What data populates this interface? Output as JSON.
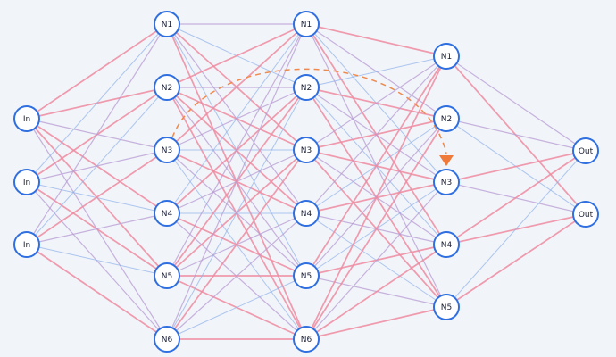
{
  "diagram": {
    "layers": [
      {
        "name": "input",
        "nodes": [
          {
            "id": "I1",
            "label": "In"
          },
          {
            "id": "I2",
            "label": "In"
          },
          {
            "id": "I3",
            "label": "In"
          }
        ]
      },
      {
        "name": "hidden-1",
        "nodes": [
          {
            "id": "A1",
            "label": "N1"
          },
          {
            "id": "A2",
            "label": "N2"
          },
          {
            "id": "A3",
            "label": "N3"
          },
          {
            "id": "A4",
            "label": "N4"
          },
          {
            "id": "A5",
            "label": "N5"
          },
          {
            "id": "A6",
            "label": "N6"
          }
        ]
      },
      {
        "name": "hidden-2",
        "nodes": [
          {
            "id": "B1",
            "label": "N1"
          },
          {
            "id": "B2",
            "label": "N2"
          },
          {
            "id": "B3",
            "label": "N3"
          },
          {
            "id": "B4",
            "label": "N4"
          },
          {
            "id": "B5",
            "label": "N5"
          },
          {
            "id": "B6",
            "label": "N6"
          }
        ]
      },
      {
        "name": "hidden-3",
        "nodes": [
          {
            "id": "C1",
            "label": "N1"
          },
          {
            "id": "C2",
            "label": "N2"
          },
          {
            "id": "C3",
            "label": "N3"
          },
          {
            "id": "C4",
            "label": "N4"
          },
          {
            "id": "C5",
            "label": "N5"
          }
        ]
      },
      {
        "name": "output",
        "nodes": [
          {
            "id": "O1",
            "label": "Out"
          },
          {
            "id": "O2",
            "label": "Out"
          }
        ]
      }
    ],
    "edge_colors": {
      "pink": "#ef8aa0",
      "purple": "#b79bd3",
      "blue": "#8fb0ea"
    },
    "node_stroke_color": "#2f6fe0",
    "node_fill_color": "#ffffff",
    "highlight_arc": {
      "from": "A3",
      "to": "C3",
      "color": "#ef8a4c",
      "style": "dashed"
    }
  }
}
